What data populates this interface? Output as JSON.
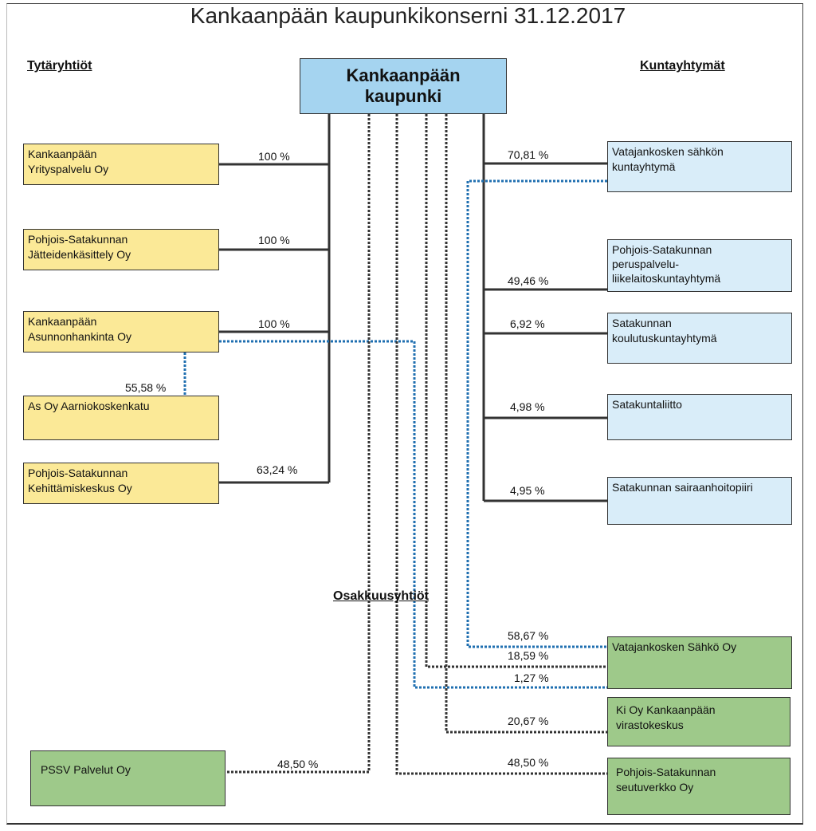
{
  "title": "Kankaanpään kaupunkikonserni 31.12.2017",
  "headings": {
    "left": "Tytäryhtiöt",
    "right": "Kuntayhtymät",
    "bottom": "Osakkuusyhtiöt"
  },
  "center": {
    "line1": "Kankaanpään",
    "line2": "kaupunki"
  },
  "subsidiaries": [
    {
      "name1": "Kankaanpään",
      "name2": "Yrityspalvelu Oy",
      "pct": "100 %"
    },
    {
      "name1": "Pohjois-Satakunnan",
      "name2": "Jätteidenkäsittely Oy",
      "pct": "100 %"
    },
    {
      "name1": "Kankaanpään",
      "name2": "Asunnonhankinta Oy",
      "pct": "100 %"
    },
    {
      "name1": "As Oy Aarniokoskenkatu",
      "name2": "",
      "pct": "55,58 %"
    },
    {
      "name1": "Pohjois-Satakunnan",
      "name2": "Kehittämiskeskus Oy",
      "pct": "63,24 %"
    }
  ],
  "federations": [
    {
      "name1": "Vatajankosken sähkön",
      "name2": "kuntayhtymä",
      "name3": "",
      "pct": "70,81 %"
    },
    {
      "name1": "Pohjois-Satakunnan",
      "name2": "peruspalvelu-",
      "name3": "liikelaitoskuntayhtymä",
      "pct": "49,46 %"
    },
    {
      "name1": "Satakunnan",
      "name2": "koulutuskuntayhtymä",
      "name3": "",
      "pct": "6,92 %"
    },
    {
      "name1": "Satakuntaliitto",
      "name2": "",
      "name3": "",
      "pct": "4,98 %"
    },
    {
      "name1": "Satakunnan sairaanhoitopiiri",
      "name2": "",
      "name3": "",
      "pct": "4,95 %"
    }
  ],
  "associates": {
    "vatajankosken_sahko": {
      "name": "Vatajankosken Sähkö Oy",
      "pct1": "58,67 %",
      "pct2": "18,59 %",
      "pct3": "1,27 %"
    },
    "virastokeskus": {
      "name1": "Ki Oy Kankaanpään",
      "name2": "virastokeskus",
      "pct": "20,67 %"
    },
    "seutuverkko": {
      "name1": "Pohjois-Satakunnan",
      "name2": "seutuverkko Oy",
      "pct": "48,50 %"
    },
    "pssv": {
      "name": "PSSV Palvelut Oy",
      "pct": "48,50 %"
    }
  },
  "colors": {
    "solid_line": "#333333",
    "dotted_black": "#333333",
    "dotted_blue": "#1f6fb0",
    "yellow_box": "#fbe997",
    "blue_box": "#d9edf9",
    "green_box": "#9ec98a",
    "center_box": "#a5d4f0"
  }
}
